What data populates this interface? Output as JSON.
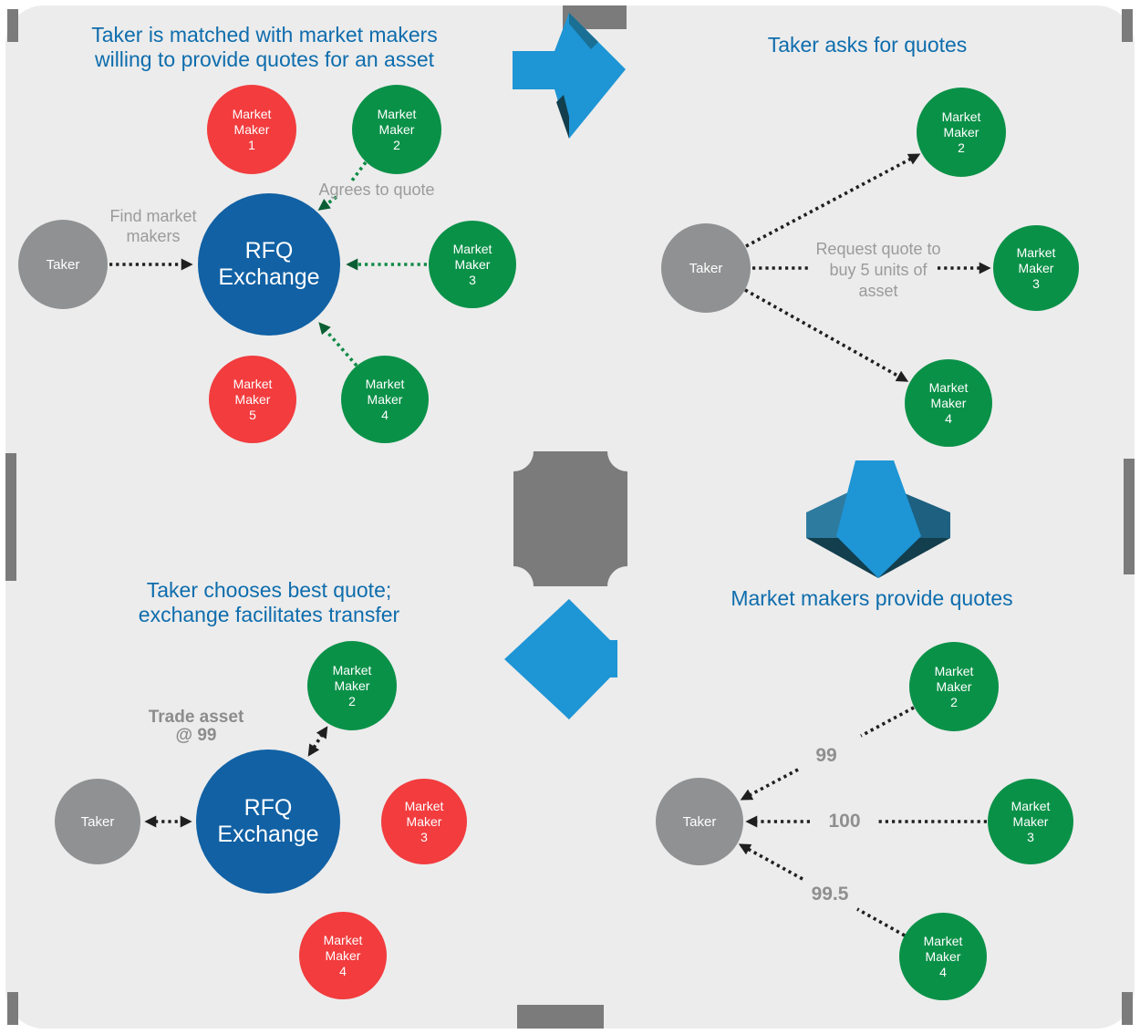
{
  "palette": {
    "background": "#ececec",
    "decor_gray": "#7b7b7b",
    "title_blue": "#0e6dad",
    "maker_green": "#0a9148",
    "maker_red": "#f23c3e",
    "exchange_blue": "#1161a4",
    "taker_gray": "#909192",
    "flow_arrow_blue": "#1e95d5",
    "flow_arrow_facet": "#1a6f94",
    "flow_arrow_shadow": "#123e4d",
    "dotted_black": "#1f1f1f",
    "dotted_green": "#0e8a45",
    "annotation_gray": "#9b9b9b"
  },
  "q1": {
    "title_lines": [
      "Taker is matched with market makers",
      "willing to provide quotes for an asset"
    ],
    "annotations": {
      "find_lines": [
        "Find market",
        "makers"
      ],
      "agrees": "Agrees to quote"
    },
    "nodes": {
      "taker": "Taker",
      "rfq": "RFQ Exchange",
      "mm1": "Market Maker 1",
      "mm2": "Market Maker 2",
      "mm3": "Market Maker 3",
      "mm4": "Market Maker 4",
      "mm5": "Market Maker 5"
    }
  },
  "q2": {
    "title_lines": [
      "Taker asks for quotes"
    ],
    "annotations": {
      "request_lines": [
        "Request quote to",
        "buy 5 units of",
        "asset"
      ]
    },
    "nodes": {
      "taker": "Taker",
      "mm2": "Market Maker 2",
      "mm3": "Market Maker 3",
      "mm4": "Market Maker 4"
    }
  },
  "q3": {
    "title_lines": [
      "Taker chooses best quote;",
      "exchange facilitates transfer"
    ],
    "annotations": {
      "trade_lines": [
        "Trade asset",
        "@ 99"
      ]
    },
    "nodes": {
      "taker": "Taker",
      "rfq": "RFQ Exchange",
      "mm2": "Market Maker 2",
      "mm3": "Market Maker 3",
      "mm4": "Market Maker 4"
    }
  },
  "q4": {
    "title_lines": [
      "Market makers provide quotes"
    ],
    "quotes": {
      "mm2": "99",
      "mm3": "100",
      "mm4": "99.5"
    },
    "nodes": {
      "taker": "Taker",
      "mm2": "Market Maker 2",
      "mm3": "Market Maker 3",
      "mm4": "Market Maker 4"
    }
  }
}
